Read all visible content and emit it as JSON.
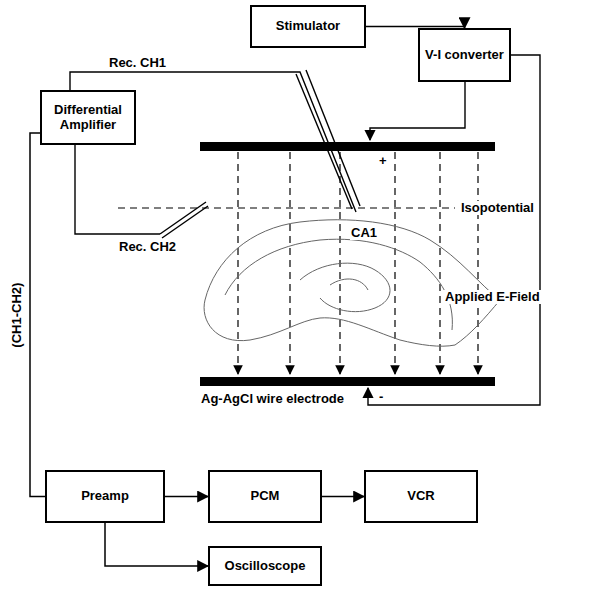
{
  "diagram": {
    "nodes": [
      {
        "text": [
          "Stimulator"
        ]
      },
      {
        "text": [
          "V-I converter"
        ]
      },
      {
        "text": [
          "Differential Amplifier"
        ]
      },
      {
        "text": [
          "Preamp"
        ]
      },
      {
        "text": [
          "PCM"
        ]
      },
      {
        "text": [
          "VCR"
        ]
      },
      {
        "text": [
          "Oscilloscope"
        ]
      }
    ],
    "edges": [
      {
        "from": 0,
        "to": 1,
        "arrow": "to"
      },
      {
        "from": 2,
        "to": 3,
        "arrow": "none",
        "label": "(CH1-CH2)"
      },
      {
        "from": 3,
        "to": 4,
        "arrow": "to"
      },
      {
        "from": 4,
        "to": 5,
        "arrow": "to"
      },
      {
        "from": 3,
        "to": 6,
        "arrow": "to"
      }
    ],
    "labels": [
      "Rec. CH1",
      "Rec. CH2",
      "+",
      "-",
      "Isopotential",
      "CA1",
      "Applied E-Field",
      "Ag-AgCl wire electrode"
    ]
  }
}
